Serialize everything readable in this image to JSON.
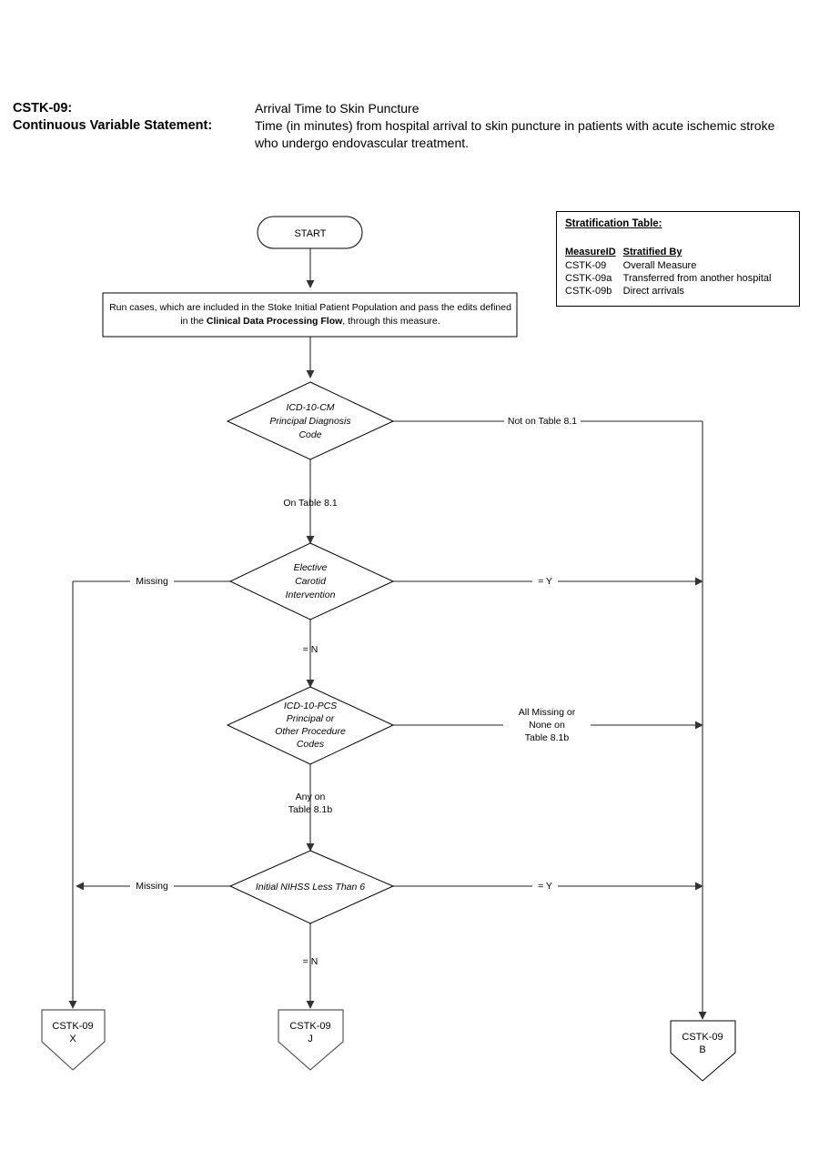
{
  "header": {
    "measure_label": "CSTK-09:",
    "statement_label": "Continuous Variable Statement:",
    "measure_title": "Arrival Time to Skin Puncture",
    "statement_line1": "Time (in minutes) from hospital arrival to skin puncture in patients with acute ischemic stroke",
    "statement_line2": "who undergo endovascular treatment."
  },
  "stratification": {
    "title": "Stratification Table:",
    "columns": [
      "MeasureID",
      "Stratified By"
    ],
    "rows": [
      {
        "id": "CSTK-09",
        "by": "Overall Measure"
      },
      {
        "id": "CSTK-09a",
        "by": "Transferred from another hospital"
      },
      {
        "id": "CSTK-09b",
        "by": "Direct arrivals"
      }
    ]
  },
  "flow": {
    "start": {
      "label": "START"
    },
    "process": {
      "line1_a": "Run cases, which are included in the Stoke Initial Patient Population and pass the edits defined",
      "line2_a": "in the ",
      "line2_b": "Clinical Data Processing Flow",
      "line2_c": ", through this measure."
    },
    "decisions": [
      {
        "name": "icd-10-cm-principal-diagnosis-code",
        "lines": [
          "ICD-10-CM",
          "Principal Diagnosis",
          "Code"
        ],
        "branch_right": [
          "Not on Table 8.1"
        ],
        "branch_down": [
          "On Table 8.1"
        ]
      },
      {
        "name": "elective-carotid-intervention",
        "lines": [
          "Elective",
          "Carotid",
          "Intervention"
        ],
        "branch_left": [
          "Missing"
        ],
        "branch_right": [
          "= Y"
        ],
        "branch_down": [
          "= N"
        ]
      },
      {
        "name": "icd-10-pcs-principal-or-other-procedure-codes",
        "lines": [
          "ICD-10-PCS",
          "Principal or",
          "Other Procedure",
          "Codes"
        ],
        "branch_right": [
          "All Missing or",
          "None on",
          "Table  8.1b"
        ],
        "branch_down": [
          "Any on",
          "Table 8.1b"
        ]
      },
      {
        "name": "initial-nihss-less-than-6",
        "lines": [
          "Initial NIHSS Less Than 6"
        ],
        "branch_left": [
          "Missing"
        ],
        "branch_right": [
          "= Y"
        ],
        "branch_down": [
          "= N"
        ]
      }
    ],
    "terminals": [
      {
        "name": "terminal-x",
        "line1": "CSTK-09",
        "line2": "X"
      },
      {
        "name": "terminal-j",
        "line1": "CSTK-09",
        "line2": "J"
      },
      {
        "name": "terminal-b",
        "line1": "CSTK-09",
        "line2": "B"
      }
    ]
  },
  "colors": {
    "line": "#4d4d4d",
    "shape_stroke": "#000000",
    "text": "#000000",
    "background": "#ffffff"
  }
}
